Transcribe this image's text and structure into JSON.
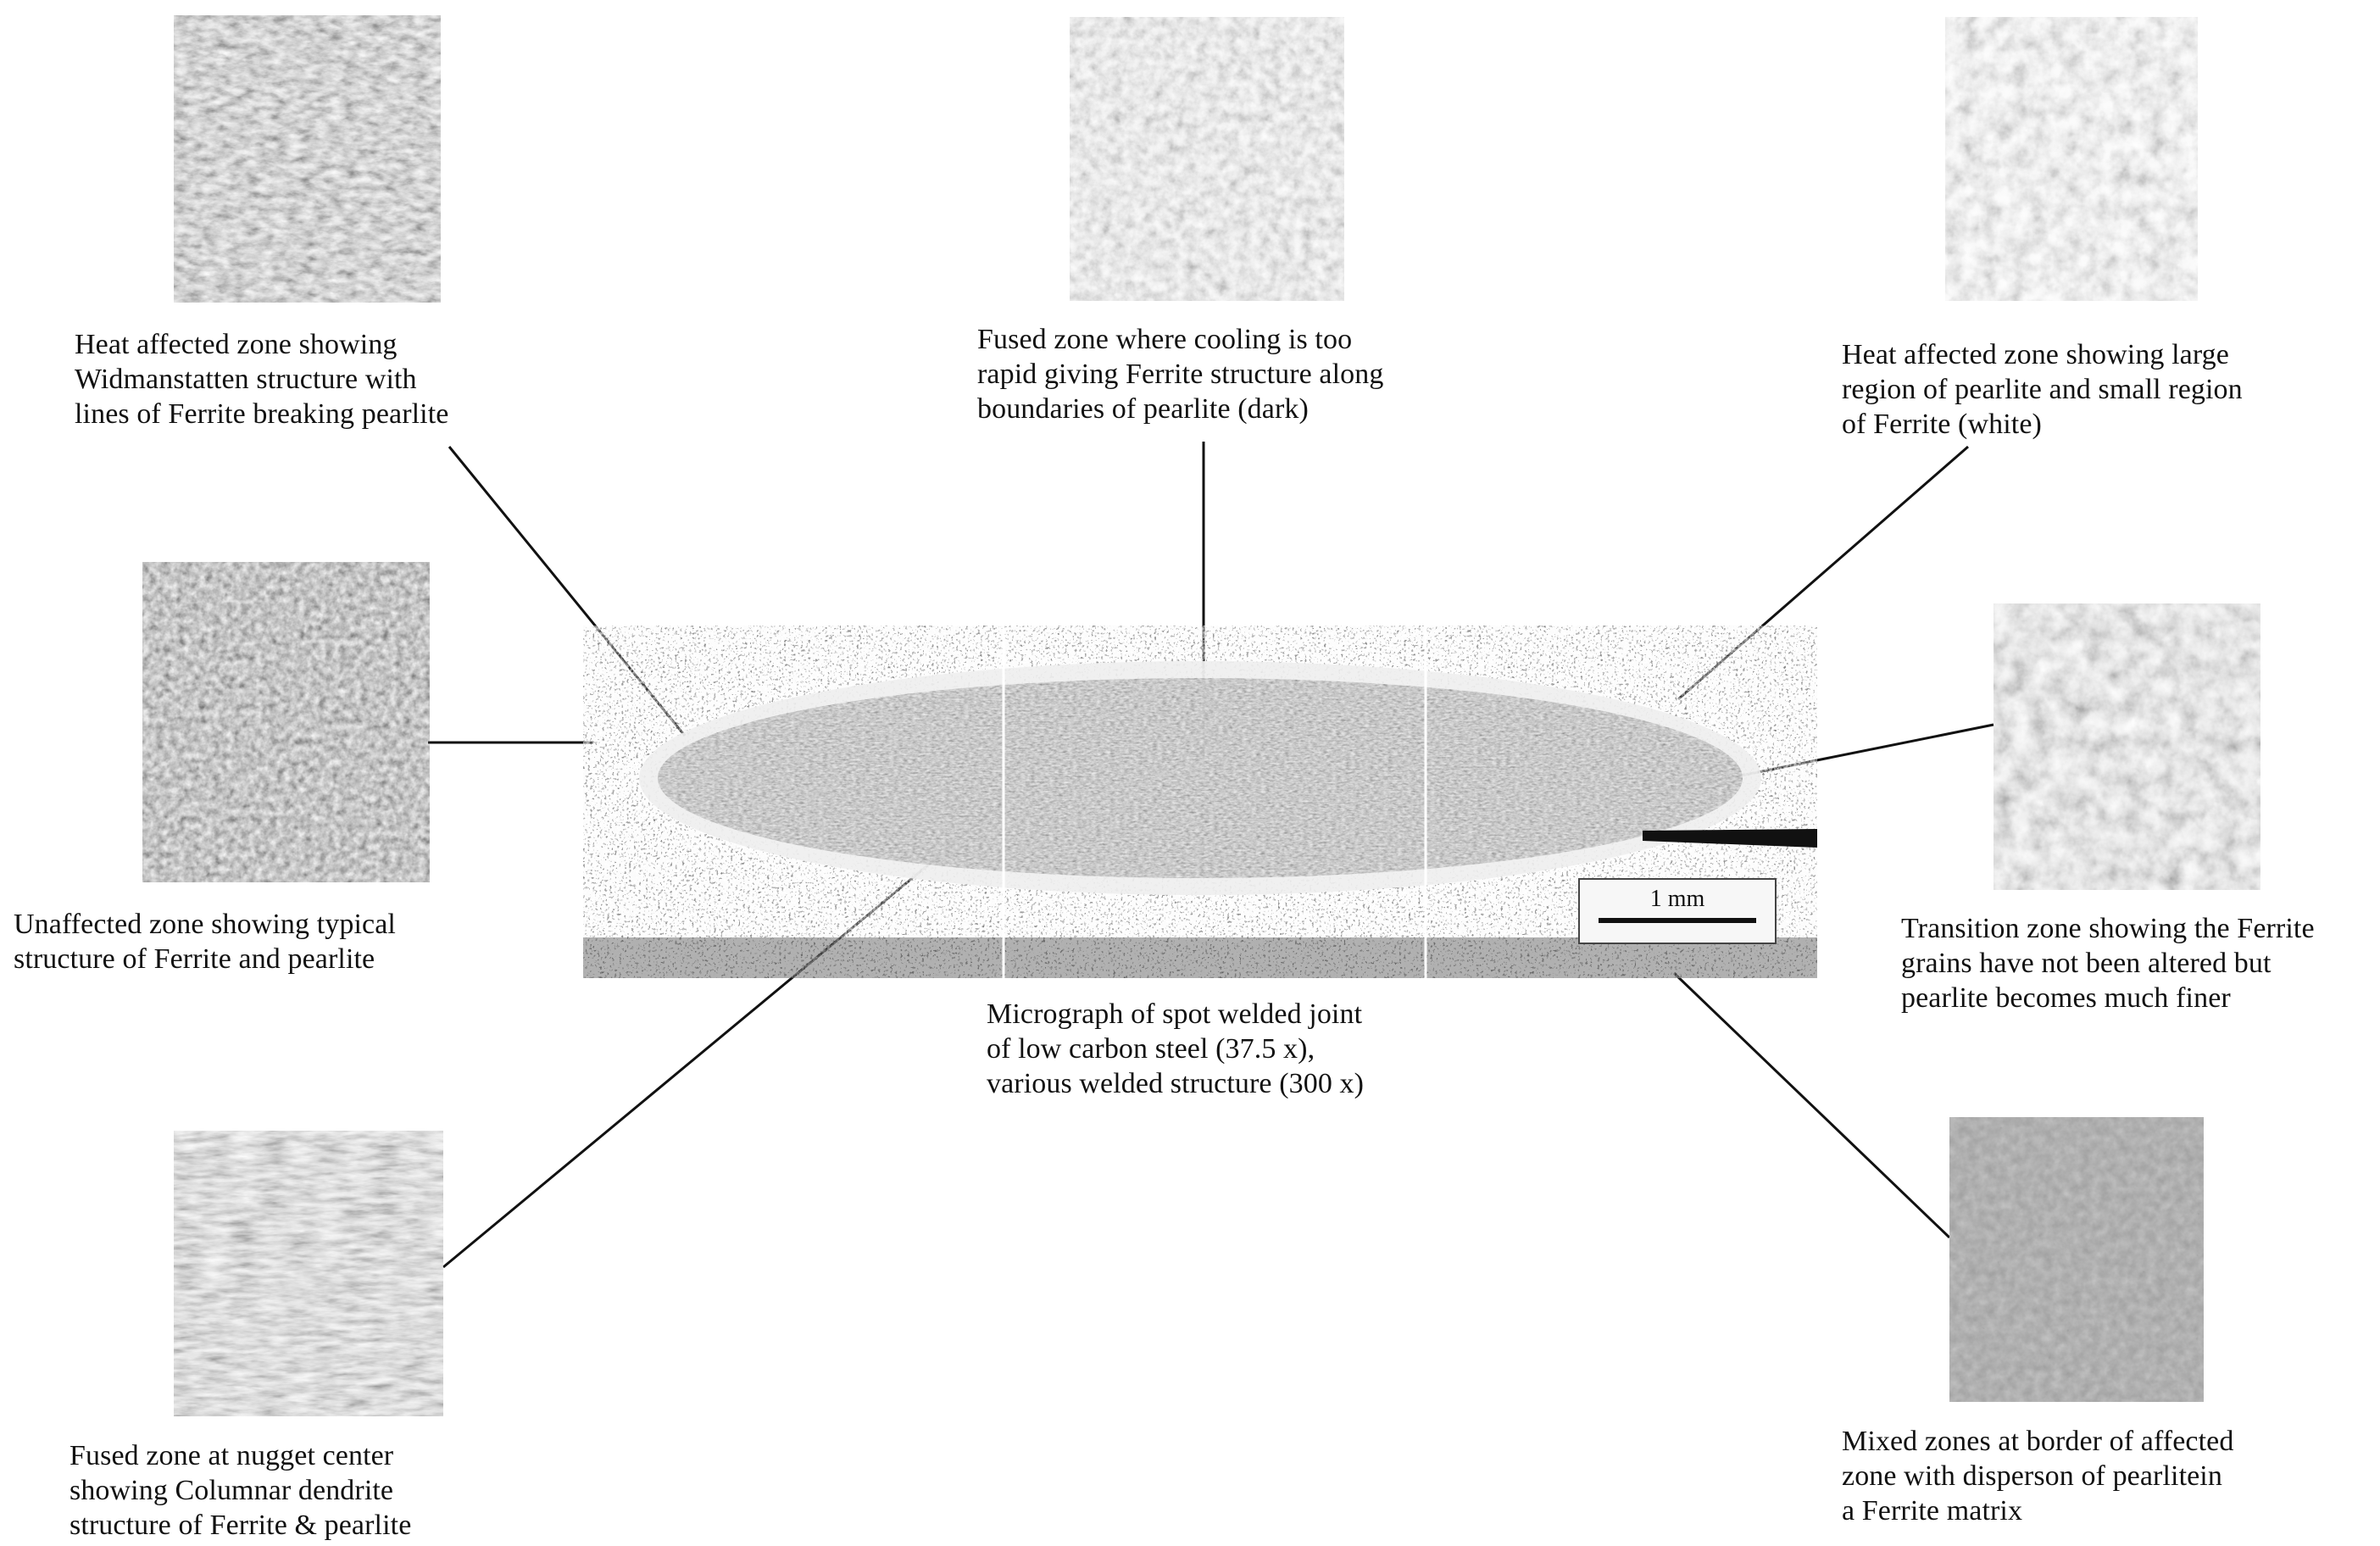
{
  "captions": {
    "haz_widmanstatten": [
      "Heat affected zone showing",
      "Widmanstatten structure with",
      "lines of Ferrite breaking pearlite"
    ],
    "fused_rapid": [
      "Fused zone where cooling is too",
      "rapid giving Ferrite structure along",
      "boundaries of pearlite (dark)"
    ],
    "haz_large_pearlite": [
      "Heat affected zone showing large",
      "region of pearlite and small region",
      "of Ferrite (white)"
    ],
    "unaffected": [
      "Unaffected zone showing typical",
      "structure of Ferrite and pearlite"
    ],
    "transition": [
      "Transition zone showing the Ferrite",
      "grains have not been altered but",
      "pearlite becomes much finer"
    ],
    "main_micrograph": [
      "Micrograph of spot welded joint",
      "of low carbon steel (37.5 x),",
      "various welded structure (300 x)"
    ],
    "fused_center": [
      "Fused zone at nugget center",
      "showing Columnar dendrite",
      "structure of Ferrite & pearlite"
    ],
    "mixed_zones": [
      "Mixed zones at border of affected",
      "zone with disperson of pearlitein",
      "a Ferrite matrix"
    ]
  },
  "scale_bar": {
    "label": "1 mm"
  }
}
